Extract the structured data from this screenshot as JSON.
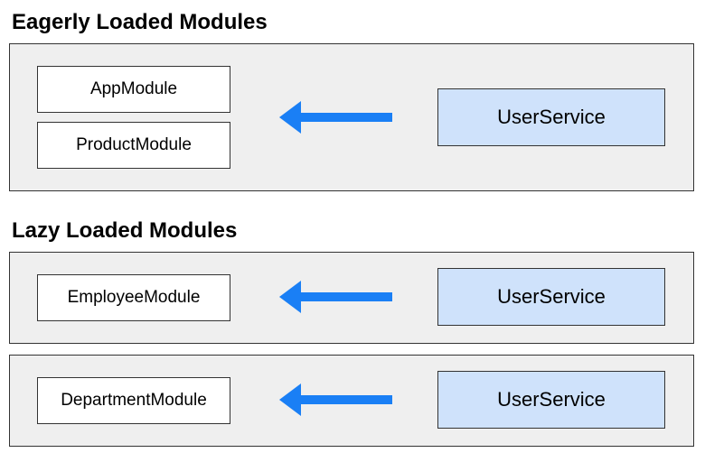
{
  "colors": {
    "panel_background": "#efefef",
    "module_background": "#ffffff",
    "service_background": "#cfe2fb",
    "arrow": "#1a7ff5",
    "border": "#333333"
  },
  "eager": {
    "title": "Eagerly Loaded Modules",
    "modules": [
      "AppModule",
      "ProductModule"
    ],
    "service": "UserService",
    "arrow_icon": "arrow-left-icon"
  },
  "lazy": {
    "title": "Lazy Loaded Modules",
    "groups": [
      {
        "module": "EmployeeModule",
        "service": "UserService",
        "arrow_icon": "arrow-left-icon"
      },
      {
        "module": "DepartmentModule",
        "service": "UserService",
        "arrow_icon": "arrow-left-icon"
      }
    ]
  }
}
